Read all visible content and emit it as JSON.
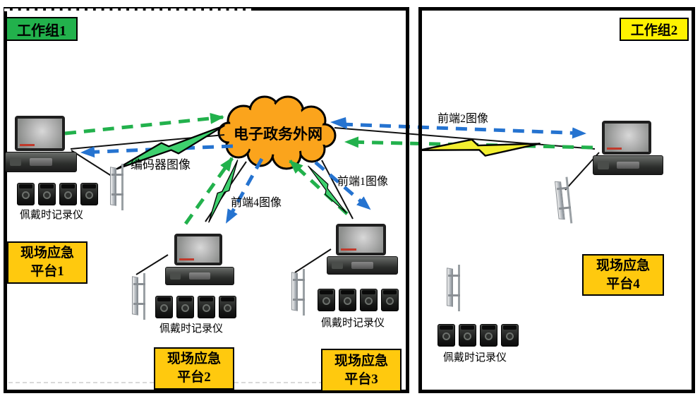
{
  "panels": {
    "left": {
      "workgroup": "工作组1"
    },
    "right": {
      "workgroup": "工作组2"
    }
  },
  "cloud": {
    "label": "电子政务外网"
  },
  "links": {
    "encoder_label": "编码器图像",
    "front1_label": "前端1图像",
    "front2_label": "前端2图像",
    "front4_label": "前端4图像"
  },
  "platforms": [
    {
      "name_line1": "现场应急",
      "name_line2": "平台1",
      "recorders_label": "佩戴时记录仪"
    },
    {
      "name_line1": "现场应急",
      "name_line2": "平台2",
      "recorders_label": "佩戴时记录仪"
    },
    {
      "name_line1": "现场应急",
      "name_line2": "平台3",
      "recorders_label": "佩戴时记录仪"
    },
    {
      "name_line1": "现场应急",
      "name_line2": "平台4",
      "recorders_label": "佩戴时记录仪"
    }
  ],
  "colors": {
    "cloud_fill": "#FBA41C",
    "workgroup1_bg": "#22B14C",
    "workgroup2_bg": "#FFF200",
    "platform_label_bg": "#FFC90E",
    "uplink_green": "#22B14C",
    "downlink_blue": "#2573D0",
    "bolt_green": "#3ED06E",
    "bolt_yellow": "#F3EF30"
  }
}
